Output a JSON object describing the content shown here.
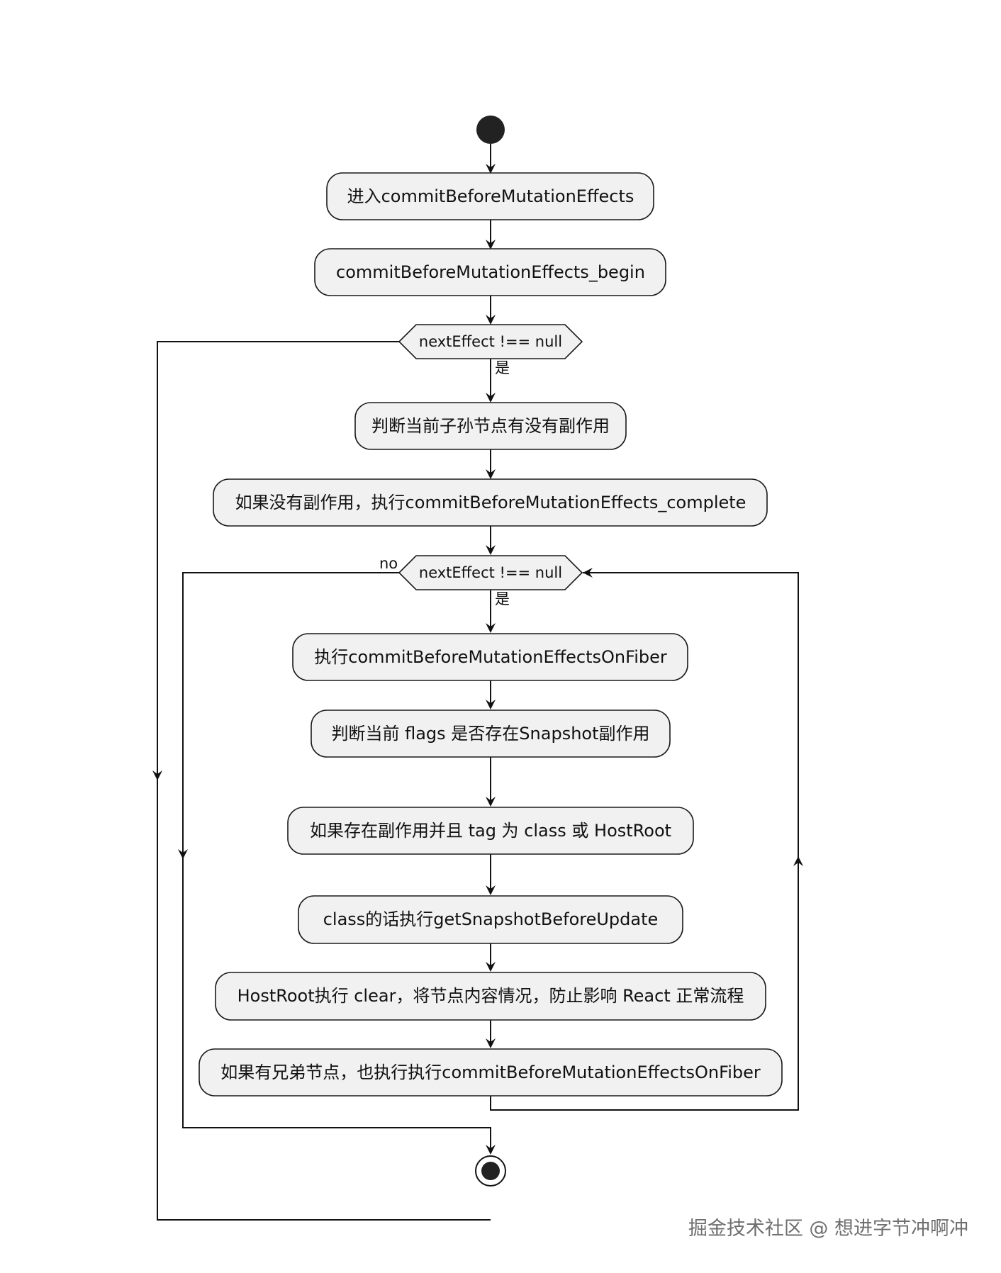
{
  "diagram": {
    "nodes": {
      "enter": "进入commitBeforeMutationEffects",
      "begin": "commitBeforeMutationEffects_begin",
      "cond1": "nextEffect !== null",
      "judge_child": "判断当前子孙节点有没有副作用",
      "if_no_effect": "如果没有副作用，执行commitBeforeMutationEffects_complete",
      "cond2": "nextEffect !== null",
      "exec_on_fiber": "执行commitBeforeMutationEffectsOnFiber",
      "judge_flags": "判断当前 flags 是否存在Snapshot副作用",
      "if_exists": "如果存在副作用并且 tag 为 class 或 HostRoot",
      "class_case": "class的话执行getSnapshotBeforeUpdate",
      "hostroot_case": "HostRoot执行 clear，将节点内容情况，防止影响 React 正常流程",
      "sibling": "如果有兄弟节点，也执行执行commitBeforeMutationEffectsOnFiber"
    },
    "edge_labels": {
      "yes1": "是",
      "yes2": "是",
      "no2": "no"
    }
  },
  "watermark": "掘金技术社区 @ 想进字节冲啊冲"
}
